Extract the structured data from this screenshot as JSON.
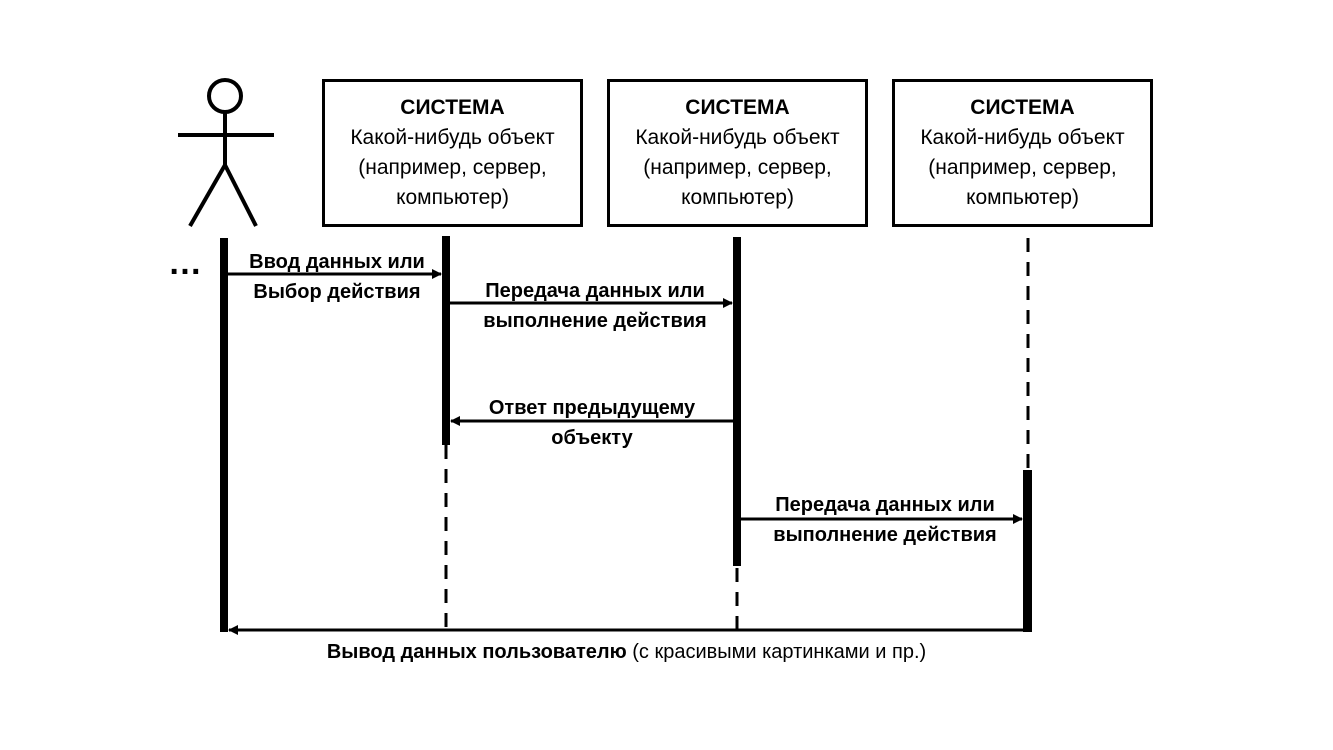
{
  "actor": {
    "icon": "stick-figure-icon",
    "continuation": "…"
  },
  "objects": [
    {
      "title": "СИСТЕМА",
      "lines": [
        "Какой-нибудь объект",
        "(например, сервер,",
        "компьютер)"
      ]
    },
    {
      "title": "СИСТЕМА",
      "lines": [
        "Какой-нибудь объект",
        "(например, сервер,",
        "компьютер)"
      ]
    },
    {
      "title": "СИСТЕМА",
      "lines": [
        "Какой-нибудь объект",
        "(например, сервер,",
        "компьютер)"
      ]
    }
  ],
  "messages": [
    {
      "from": "user",
      "to": "object-1",
      "lines": [
        "Ввод данных или",
        "Выбор действия"
      ]
    },
    {
      "from": "object-1",
      "to": "object-2",
      "lines": [
        "Передача данных или",
        "выполнение действия"
      ]
    },
    {
      "from": "object-2",
      "to": "object-1",
      "lines": [
        "Ответ предыдущему",
        "объекту"
      ]
    },
    {
      "from": "object-2",
      "to": "object-3",
      "lines": [
        "Передача данных или",
        "выполнение действия"
      ]
    }
  ],
  "output": {
    "bold": "Вывод данных пользователю",
    "normal": " (с красивыми картинками и пр.)"
  }
}
